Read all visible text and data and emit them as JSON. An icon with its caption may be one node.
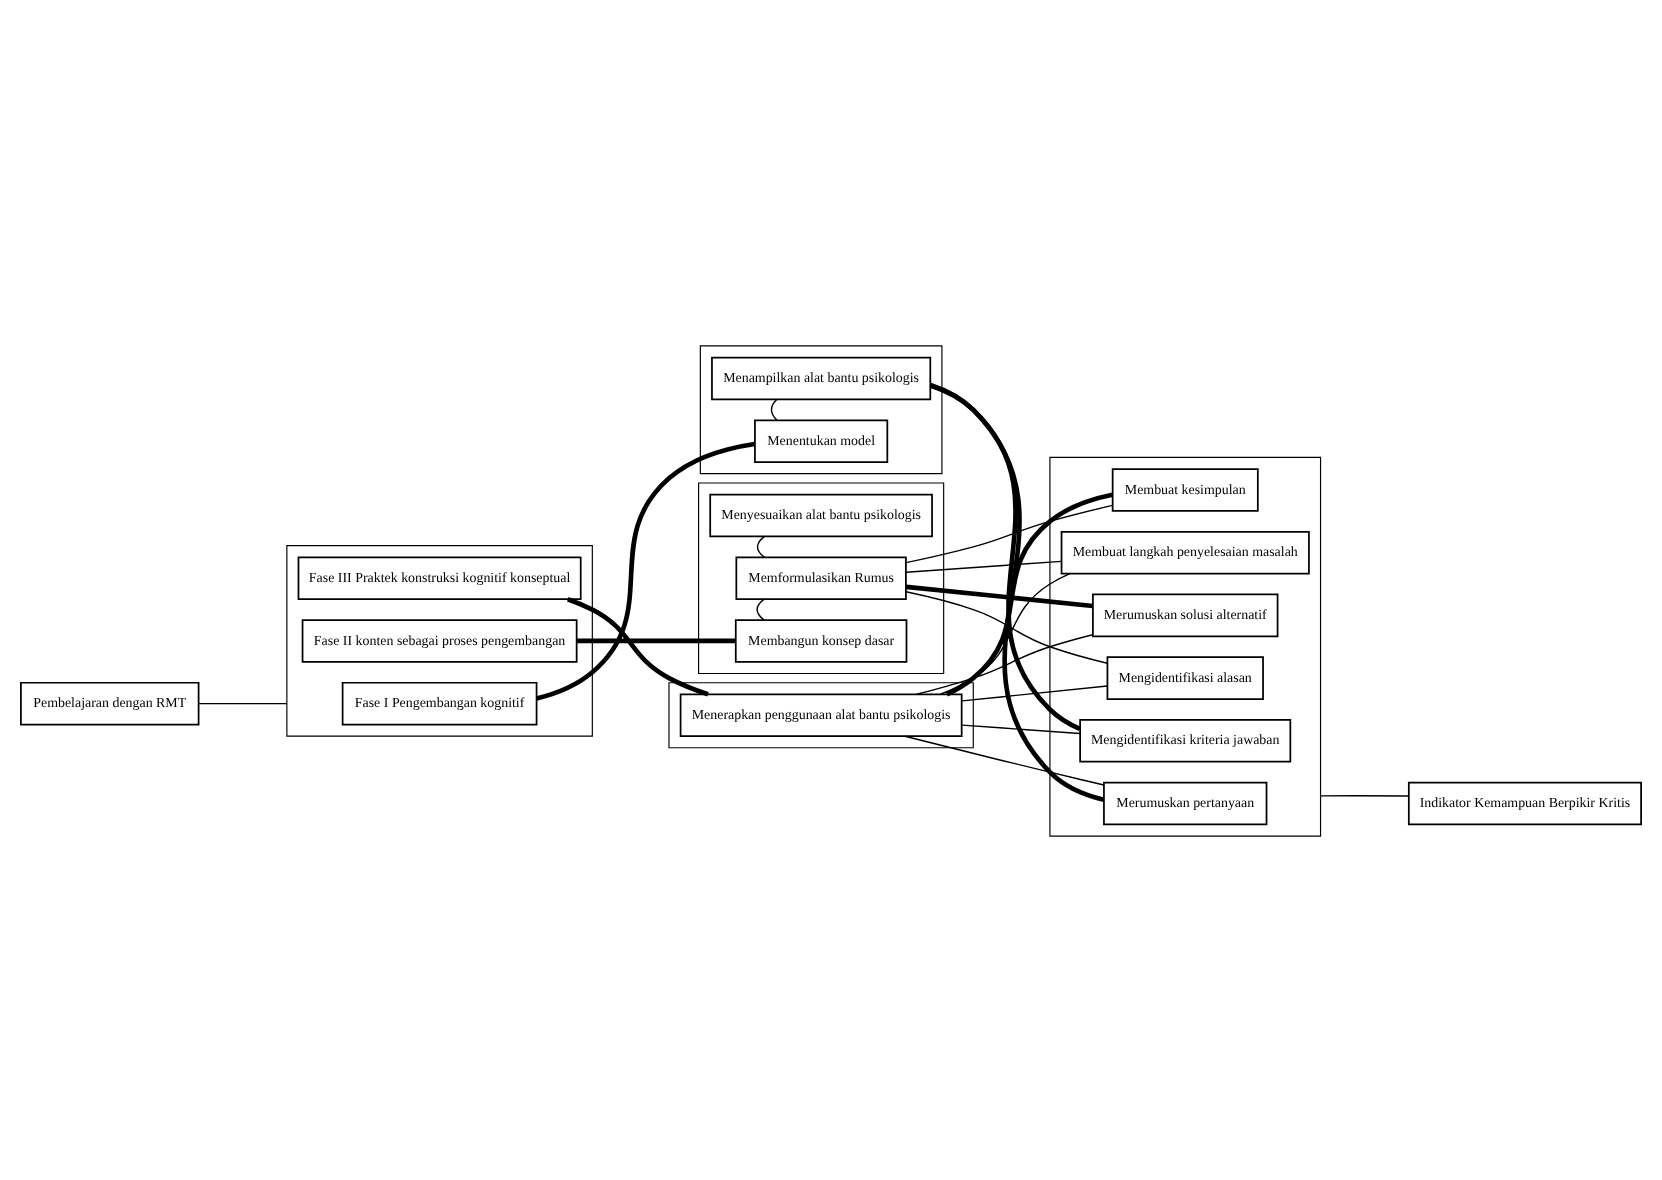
{
  "diagram": {
    "nodes": [
      {
        "text": [
          "Pembelajaran dengan RMT"
        ]
      },
      {
        "text": [],
        "shape": "box"
      },
      {
        "text": [
          "Fase I Pengembangan kognitif"
        ],
        "in": 1
      },
      {
        "text": [
          "Fase II konten sebagai proses pengembangan"
        ],
        "in": 1
      },
      {
        "text": [
          "Fase III Praktek konstruksi kognitif konseptual"
        ],
        "in": 1
      },
      {
        "text": [],
        "shape": "box"
      },
      {
        "text": [
          "Menentukan model"
        ],
        "in": 5
      },
      {
        "text": [
          "Menampilkan alat bantu psikologis"
        ],
        "in": 5
      },
      {
        "text": [],
        "shape": "box"
      },
      {
        "text": [
          "Membangun konsep dasar"
        ],
        "in": 8
      },
      {
        "text": [
          "Memformulasikan Rumus"
        ],
        "in": 8
      },
      {
        "text": [
          "Menyesuaikan alat bantu psikologis"
        ],
        "in": 8
      },
      {
        "text": [],
        "shape": "box"
      },
      {
        "text": [
          "Menerapkan penggunaan alat bantu psikologis"
        ],
        "in": 12
      },
      {
        "text": [
          "Indikator Kemampuan Berpikir Kritis"
        ]
      },
      {
        "text": [],
        "shape": "box"
      },
      {
        "text": [
          "Merumuskan pertanyaan"
        ],
        "in": 15
      },
      {
        "text": [
          "Mengidentifikasi kriteria jawaban"
        ],
        "in": 15
      },
      {
        "text": [
          "Mengidentifikasi alasan"
        ],
        "in": 15
      },
      {
        "text": [
          "Merumuskan solusi alternatif"
        ],
        "in": 15
      },
      {
        "text": [
          "Membuat langkah penyelesaian masalah"
        ],
        "in": 15
      },
      {
        "text": [
          "Membuat kesimpulan"
        ],
        "in": 15
      }
    ],
    "edges": [
      {
        "from": 0,
        "to": 1,
        "arrow": "none"
      },
      {
        "from": 14,
        "to": 15,
        "arrow": "none"
      },
      {
        "from": 2,
        "to": 6,
        "arrow": "none",
        "style": "thick"
      },
      {
        "from": 3,
        "to": 9,
        "arrow": "none",
        "style": "thick"
      },
      {
        "from": 4,
        "to": 13,
        "arrow": "none",
        "style": "thick"
      },
      {
        "from": 6,
        "to": 7,
        "arrow": "none"
      },
      {
        "from": 9,
        "to": 10,
        "arrow": "none"
      },
      {
        "from": 10,
        "to": 11,
        "arrow": "none"
      },
      {
        "from": 7,
        "to": 16,
        "arrow": "none",
        "style": "thick"
      },
      {
        "from": 7,
        "to": 17,
        "arrow": "none",
        "style": "thick"
      },
      {
        "from": 10,
        "to": 18,
        "arrow": "none"
      },
      {
        "from": 10,
        "to": 19,
        "arrow": "none",
        "style": "thick"
      },
      {
        "from": 10,
        "to": 20,
        "arrow": "none"
      },
      {
        "from": 10,
        "to": 21,
        "arrow": "none"
      },
      {
        "from": 13,
        "to": 16,
        "arrow": "none"
      },
      {
        "from": 13,
        "to": 17,
        "arrow": "none"
      },
      {
        "from": 13,
        "to": 18,
        "arrow": "none"
      },
      {
        "from": 13,
        "to": 19,
        "arrow": "none"
      },
      {
        "from": 13,
        "to": 20,
        "arrow": "none"
      },
      {
        "from": 13,
        "to": 21,
        "arrow": "none",
        "style": "thick"
      }
    ]
  }
}
